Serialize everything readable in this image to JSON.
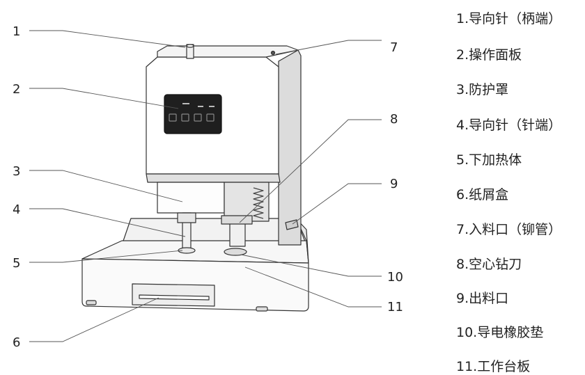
{
  "callouts": [
    {
      "num": "1"
    },
    {
      "num": "2"
    },
    {
      "num": "3"
    },
    {
      "num": "4"
    },
    {
      "num": "5"
    },
    {
      "num": "6"
    },
    {
      "num": "7"
    },
    {
      "num": "8"
    },
    {
      "num": "9"
    },
    {
      "num": "10"
    },
    {
      "num": "11"
    }
  ],
  "legend": [
    "1.导向针（柄端）",
    "2.操作面板",
    "3.防护罩",
    "4.导向针（针端）",
    "5.下加热体",
    "6.纸屑盒",
    "7.入料口（铆管）",
    "8.空心钻刀",
    "9.出料口",
    "10.导电橡胶垫",
    "11.工作台板"
  ]
}
